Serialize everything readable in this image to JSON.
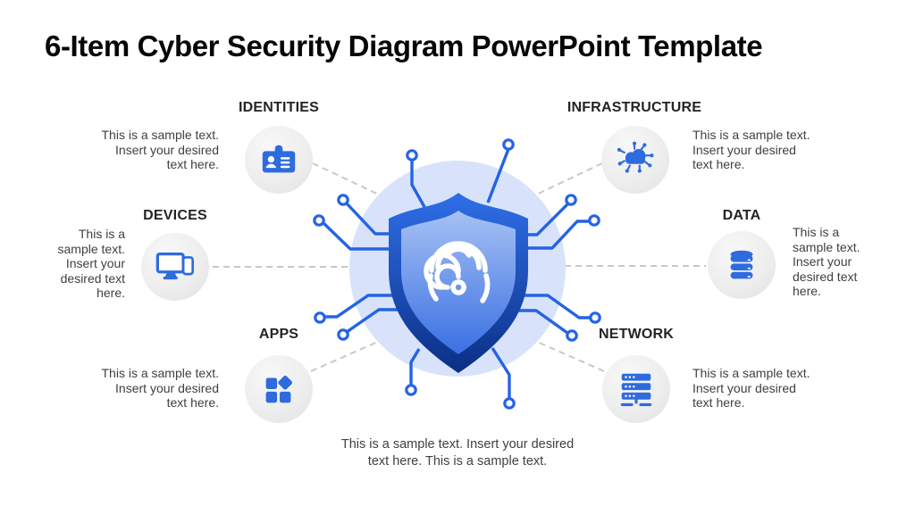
{
  "title": "6-Item Cyber Security Diagram PowerPoint Template",
  "items": {
    "identities": {
      "label": "IDENTITIES",
      "icon": "id-card-icon",
      "lines": [
        "This is a sample text.",
        "Insert your desired",
        "text here."
      ]
    },
    "infrastructure": {
      "label": "INFRASTRUCTURE",
      "icon": "cloud-network-icon",
      "lines": [
        "This is a sample text.",
        "Insert your desired",
        "text here."
      ]
    },
    "devices": {
      "label": "DEVICES",
      "icon": "computer-devices-icon",
      "lines": [
        "This is a",
        "sample text.",
        "Insert your",
        "desired text",
        "here."
      ]
    },
    "data": {
      "label": "DATA",
      "icon": "database-icon",
      "lines": [
        "This is a",
        "sample text.",
        "Insert your",
        "desired text",
        "here."
      ]
    },
    "apps": {
      "label": "APPS",
      "icon": "apps-grid-icon",
      "lines": [
        "This is a sample text.",
        "Insert your desired",
        "text here."
      ]
    },
    "network": {
      "label": "NETWORK",
      "icon": "server-rack-icon",
      "lines": [
        "This is a sample text.",
        "Insert your desired",
        "text here."
      ]
    }
  },
  "center": {
    "icon": "shield-fingerprint-icon"
  },
  "caption": {
    "lines": [
      "This is a sample text. Insert your desired",
      "text here. This is a sample text."
    ]
  },
  "colors": {
    "accent_blue": "#2E6BDF",
    "circuit_blue": "#2463E6",
    "pale_circle": "#D8E3FB",
    "shield_outer_top": "#2F6FE8",
    "shield_outer_bottom": "#0B2F85",
    "shield_inner_top": "#A6C1F4",
    "shield_inner_bottom": "#3A70E2",
    "label_text": "#242424",
    "body_text": "#404040",
    "dashed_connector": "#C8C8C8",
    "icon_circle_gray": "#ECECEC"
  }
}
